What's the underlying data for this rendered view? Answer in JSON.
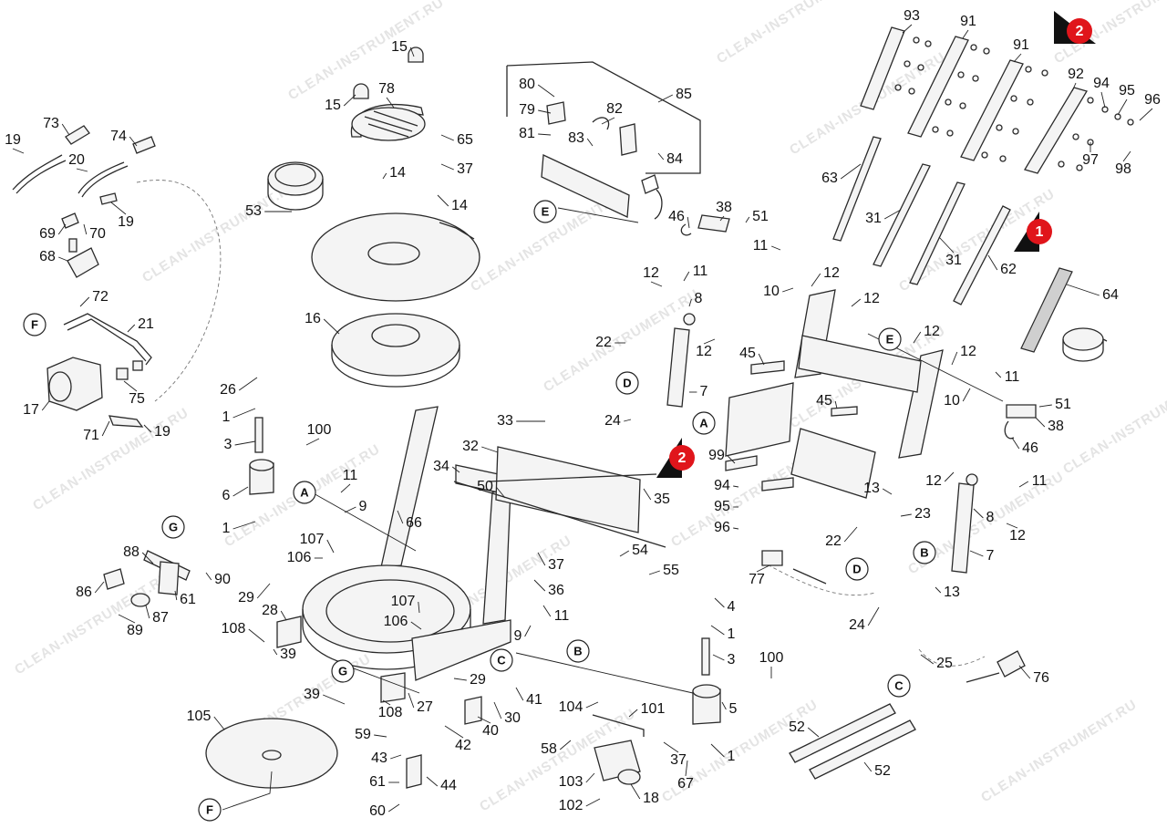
{
  "diagram": {
    "callouts": [
      {
        "id": "c1",
        "text": "93"
      },
      {
        "id": "c2",
        "text": "91"
      },
      {
        "id": "c3",
        "text": "91"
      },
      {
        "id": "c4",
        "text": "92"
      },
      {
        "id": "c5",
        "text": "94"
      },
      {
        "id": "c6",
        "text": "95"
      },
      {
        "id": "c7",
        "text": "96"
      },
      {
        "id": "c8",
        "text": "97"
      },
      {
        "id": "c9",
        "text": "98"
      },
      {
        "id": "c10",
        "text": "63"
      },
      {
        "id": "c11",
        "text": "31"
      },
      {
        "id": "c12",
        "text": "31"
      },
      {
        "id": "c13",
        "text": "62"
      },
      {
        "id": "c14",
        "text": "64"
      },
      {
        "id": "c15",
        "text": "15"
      },
      {
        "id": "c16",
        "text": "15"
      },
      {
        "id": "c17",
        "text": "78"
      },
      {
        "id": "c18",
        "text": "65"
      },
      {
        "id": "c19",
        "text": "37"
      },
      {
        "id": "c20",
        "text": "14"
      },
      {
        "id": "c21",
        "text": "14"
      },
      {
        "id": "c22",
        "text": "53"
      },
      {
        "id": "c23",
        "text": "16"
      },
      {
        "id": "c24",
        "text": "80"
      },
      {
        "id": "c25",
        "text": "79"
      },
      {
        "id": "c26",
        "text": "81"
      },
      {
        "id": "c27",
        "text": "83"
      },
      {
        "id": "c28",
        "text": "82"
      },
      {
        "id": "c29",
        "text": "85"
      },
      {
        "id": "c30",
        "text": "84"
      },
      {
        "id": "c31",
        "text": "38"
      },
      {
        "id": "c32",
        "text": "46"
      },
      {
        "id": "c33",
        "text": "51"
      },
      {
        "id": "c34",
        "text": "11"
      },
      {
        "id": "c35",
        "text": "73"
      },
      {
        "id": "c36",
        "text": "74"
      },
      {
        "id": "c37",
        "text": "19"
      },
      {
        "id": "c38",
        "text": "20"
      },
      {
        "id": "c39",
        "text": "19"
      },
      {
        "id": "c40",
        "text": "69"
      },
      {
        "id": "c41",
        "text": "70"
      },
      {
        "id": "c42",
        "text": "68"
      },
      {
        "id": "c43",
        "text": "72"
      },
      {
        "id": "c44",
        "text": "21"
      },
      {
        "id": "c45",
        "text": "75"
      },
      {
        "id": "c46",
        "text": "17"
      },
      {
        "id": "c47",
        "text": "71"
      },
      {
        "id": "c48",
        "text": "19"
      },
      {
        "id": "c49",
        "text": "12"
      },
      {
        "id": "c50",
        "text": "11"
      },
      {
        "id": "c51",
        "text": "8"
      },
      {
        "id": "c52",
        "text": "22"
      },
      {
        "id": "c53",
        "text": "12"
      },
      {
        "id": "c54",
        "text": "7"
      },
      {
        "id": "c55",
        "text": "24"
      },
      {
        "id": "c56",
        "text": "10"
      },
      {
        "id": "c57",
        "text": "12"
      },
      {
        "id": "c58",
        "text": "12"
      },
      {
        "id": "c59",
        "text": "45"
      },
      {
        "id": "c60",
        "text": "45"
      },
      {
        "id": "c61",
        "text": "12"
      },
      {
        "id": "c62",
        "text": "12"
      },
      {
        "id": "c63",
        "text": "10"
      },
      {
        "id": "c64",
        "text": "11"
      },
      {
        "id": "c65",
        "text": "51"
      },
      {
        "id": "c66",
        "text": "38"
      },
      {
        "id": "c67",
        "text": "46"
      },
      {
        "id": "c68",
        "text": "26"
      },
      {
        "id": "c69",
        "text": "1"
      },
      {
        "id": "c70",
        "text": "3"
      },
      {
        "id": "c71",
        "text": "100"
      },
      {
        "id": "c72",
        "text": "6"
      },
      {
        "id": "c73",
        "text": "1"
      },
      {
        "id": "c74",
        "text": "11"
      },
      {
        "id": "c75",
        "text": "9"
      },
      {
        "id": "c76",
        "text": "66"
      },
      {
        "id": "c77",
        "text": "33"
      },
      {
        "id": "c78",
        "text": "32"
      },
      {
        "id": "c79",
        "text": "34"
      },
      {
        "id": "c80",
        "text": "50"
      },
      {
        "id": "c81",
        "text": "35"
      },
      {
        "id": "c82",
        "text": "99"
      },
      {
        "id": "c83",
        "text": "94"
      },
      {
        "id": "c84",
        "text": "95"
      },
      {
        "id": "c85",
        "text": "96"
      },
      {
        "id": "c86",
        "text": "13"
      },
      {
        "id": "c87",
        "text": "23"
      },
      {
        "id": "c88",
        "text": "12"
      },
      {
        "id": "c89",
        "text": "11"
      },
      {
        "id": "c90",
        "text": "8"
      },
      {
        "id": "c91",
        "text": "12"
      },
      {
        "id": "c92",
        "text": "22"
      },
      {
        "id": "c93",
        "text": "7"
      },
      {
        "id": "c94",
        "text": "77"
      },
      {
        "id": "c95",
        "text": "13"
      },
      {
        "id": "c96",
        "text": "24"
      },
      {
        "id": "c97",
        "text": "25"
      },
      {
        "id": "c98",
        "text": "76"
      },
      {
        "id": "c99",
        "text": "88"
      },
      {
        "id": "c100",
        "text": "90"
      },
      {
        "id": "c101",
        "text": "86"
      },
      {
        "id": "c102",
        "text": "61"
      },
      {
        "id": "c103",
        "text": "87"
      },
      {
        "id": "c104",
        "text": "89"
      },
      {
        "id": "c105",
        "text": "107"
      },
      {
        "id": "c106",
        "text": "106"
      },
      {
        "id": "c107",
        "text": "29"
      },
      {
        "id": "c108",
        "text": "28"
      },
      {
        "id": "c109",
        "text": "108"
      },
      {
        "id": "c110",
        "text": "39"
      },
      {
        "id": "c111",
        "text": "107"
      },
      {
        "id": "c112",
        "text": "106"
      },
      {
        "id": "c113",
        "text": "37"
      },
      {
        "id": "c114",
        "text": "36"
      },
      {
        "id": "c115",
        "text": "54"
      },
      {
        "id": "c116",
        "text": "55"
      },
      {
        "id": "c117",
        "text": "11"
      },
      {
        "id": "c118",
        "text": "9"
      },
      {
        "id": "c119",
        "text": "29"
      },
      {
        "id": "c120",
        "text": "39"
      },
      {
        "id": "c121",
        "text": "108"
      },
      {
        "id": "c122",
        "text": "27"
      },
      {
        "id": "c123",
        "text": "41"
      },
      {
        "id": "c124",
        "text": "30"
      },
      {
        "id": "c125",
        "text": "40"
      },
      {
        "id": "c126",
        "text": "42"
      },
      {
        "id": "c127",
        "text": "105"
      },
      {
        "id": "c128",
        "text": "59"
      },
      {
        "id": "c129",
        "text": "43"
      },
      {
        "id": "c130",
        "text": "61"
      },
      {
        "id": "c131",
        "text": "44"
      },
      {
        "id": "c132",
        "text": "60"
      },
      {
        "id": "c133",
        "text": "4"
      },
      {
        "id": "c134",
        "text": "1"
      },
      {
        "id": "c135",
        "text": "3"
      },
      {
        "id": "c136",
        "text": "100"
      },
      {
        "id": "c137",
        "text": "5"
      },
      {
        "id": "c138",
        "text": "1"
      },
      {
        "id": "c139",
        "text": "104"
      },
      {
        "id": "c140",
        "text": "101"
      },
      {
        "id": "c141",
        "text": "58"
      },
      {
        "id": "c142",
        "text": "37"
      },
      {
        "id": "c143",
        "text": "67"
      },
      {
        "id": "c144",
        "text": "103"
      },
      {
        "id": "c145",
        "text": "18"
      },
      {
        "id": "c146",
        "text": "102"
      },
      {
        "id": "c147",
        "text": "52"
      },
      {
        "id": "c148",
        "text": "52"
      }
    ],
    "refs": [
      {
        "id": "rE1",
        "text": "E"
      },
      {
        "id": "rE2",
        "text": "E"
      },
      {
        "id": "rF1",
        "text": "F"
      },
      {
        "id": "rF2",
        "text": "F"
      },
      {
        "id": "rD1",
        "text": "D"
      },
      {
        "id": "rD2",
        "text": "D"
      },
      {
        "id": "rA1",
        "text": "A"
      },
      {
        "id": "rA2",
        "text": "A"
      },
      {
        "id": "rB1",
        "text": "B"
      },
      {
        "id": "rB2",
        "text": "B"
      },
      {
        "id": "rC1",
        "text": "C"
      },
      {
        "id": "rC2",
        "text": "C"
      },
      {
        "id": "rG1",
        "text": "G"
      },
      {
        "id": "rG2",
        "text": "G"
      }
    ],
    "markers": [
      {
        "id": "m1",
        "text": "1",
        "color": "#e0151b"
      },
      {
        "id": "m2",
        "text": "2",
        "color": "#e0151b"
      },
      {
        "id": "m3",
        "text": "2",
        "color": "#e0151b"
      }
    ],
    "watermark": "CLEAN-INSTRUMENT.RU"
  }
}
